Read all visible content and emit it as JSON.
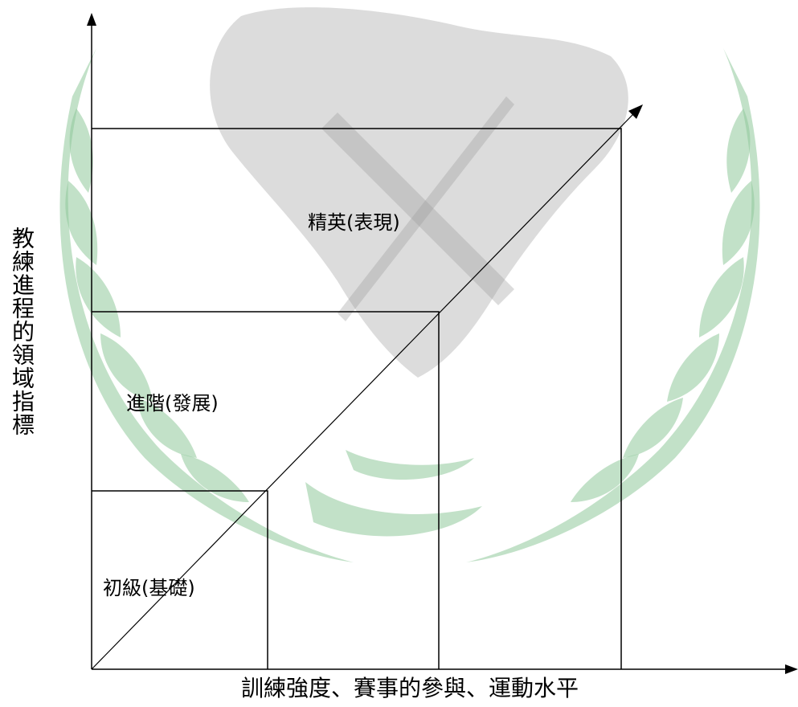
{
  "diagram": {
    "levels": [
      {
        "label": "初級(基礎)"
      },
      {
        "label": "進階(發展)"
      },
      {
        "label": "精英(表現)"
      }
    ],
    "y_axis_label": "教練進程的領域指標",
    "x_axis_label": "訓練強度、賽事的參與、運動水平"
  },
  "colors": {
    "watermark_green": "#8fc99a",
    "watermark_gray": "#9a9a9a",
    "line": "#000000"
  },
  "watermark": {
    "description_icon": "laurel-wreath-emblem"
  }
}
